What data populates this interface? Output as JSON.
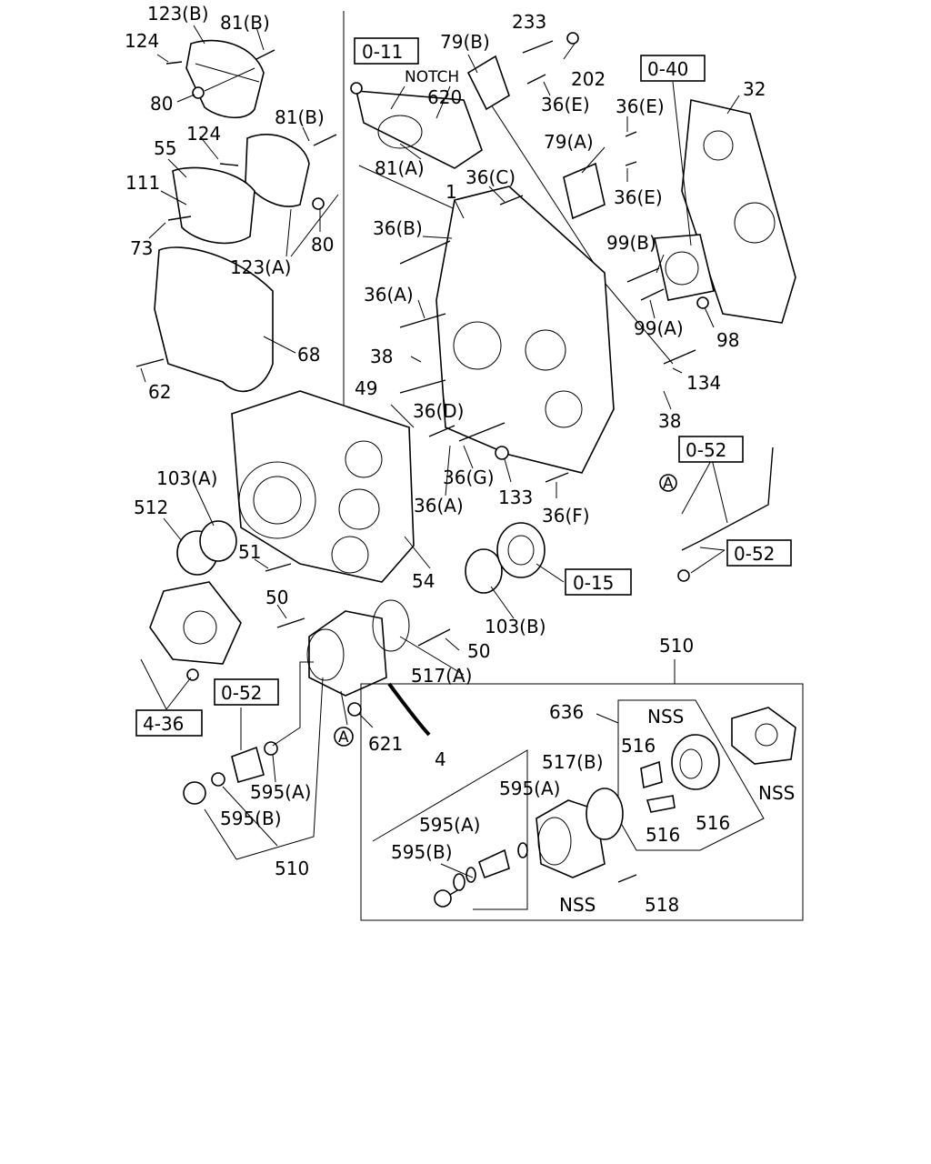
{
  "diagram": {
    "callouts": [
      "123(B)",
      "81(B)",
      "124",
      "80",
      "81(B)",
      "124",
      "55",
      "111",
      "73",
      "80",
      "123(A)",
      "68",
      "62",
      "0-11",
      "NOTCH",
      "620",
      "81(A)",
      "79(B)",
      "233",
      "202",
      "36(E)",
      "36(E)",
      "79(A)",
      "36(E)",
      "36(C)",
      "1",
      "36(B)",
      "36(A)",
      "38",
      "49",
      "36(D)",
      "0-40",
      "32",
      "99(B)",
      "99(A)",
      "98",
      "134",
      "38",
      "103(A)",
      "512",
      "51",
      "36(A)",
      "36(G)",
      "133",
      "36(F)",
      "54",
      "0-52",
      "A",
      "0-52",
      "0-15",
      "103(B)",
      "50",
      "50",
      "517(A)",
      "4-36",
      "0-52",
      "A",
      "621",
      "595(A)",
      "595(B)",
      "510",
      "510",
      "4",
      "595(A)",
      "595(B)",
      "517(B)",
      "595(A)",
      "NSS",
      "518",
      "636",
      "NSS",
      "516",
      "516",
      "516",
      "NSS"
    ]
  }
}
